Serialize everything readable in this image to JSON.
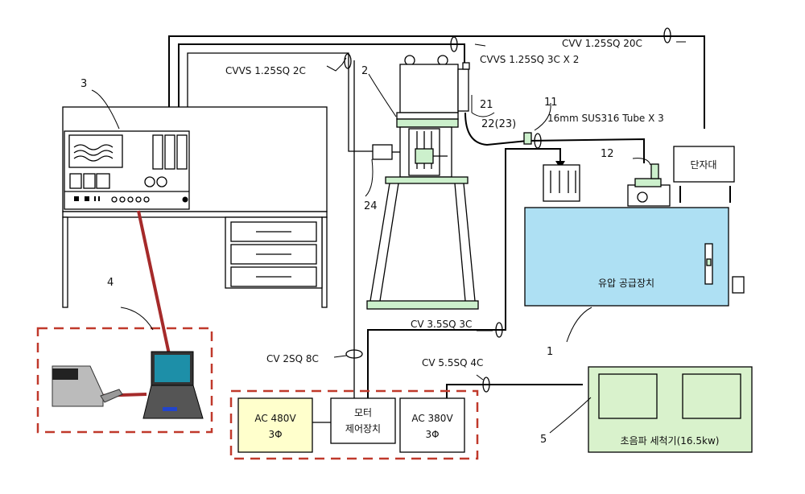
{
  "labels": {
    "cable_cvv_20c": "CVV 1.25SQ 20C",
    "cable_cvvs_3c": "CVVS 1.25SQ 3C X 2",
    "cable_cvvs_2c": "CVVS 1.25SQ 2C",
    "tube": "16mm SUS316 Tube X 3",
    "cable_cv_3c": "CV 3.5SQ 3C",
    "cable_cv_8c": "CV 2SQ 8C",
    "cable_cv_4c": "CV 5.5SQ 4C"
  },
  "numbers": {
    "n1": "1",
    "n2": "2",
    "n3": "3",
    "n4": "4",
    "n5": "5",
    "n11": "11",
    "n12": "12",
    "n21": "21",
    "n22": "22(23)",
    "n24": "24"
  },
  "boxes": {
    "terminal_block": "단자대",
    "hydraulic_unit": "유압 공급장치",
    "ac480": [
      "AC 480V",
      "3Φ"
    ],
    "motor_ctrl": [
      "모터",
      "제어장치"
    ],
    "ac380": [
      "AC 380V",
      "3Φ"
    ],
    "ultrasonic": "초음파 세척기(16.5kw)"
  },
  "colors": {
    "hydraulic_fill": "#aee0f3",
    "ultrasonic_fill": "#d9f2cc",
    "ac480_fill": "#ffffcc",
    "green_part": "#ccf0cc",
    "dashed_red": "#c0392b",
    "usb_red": "#a52a2a",
    "line": "#000000"
  }
}
